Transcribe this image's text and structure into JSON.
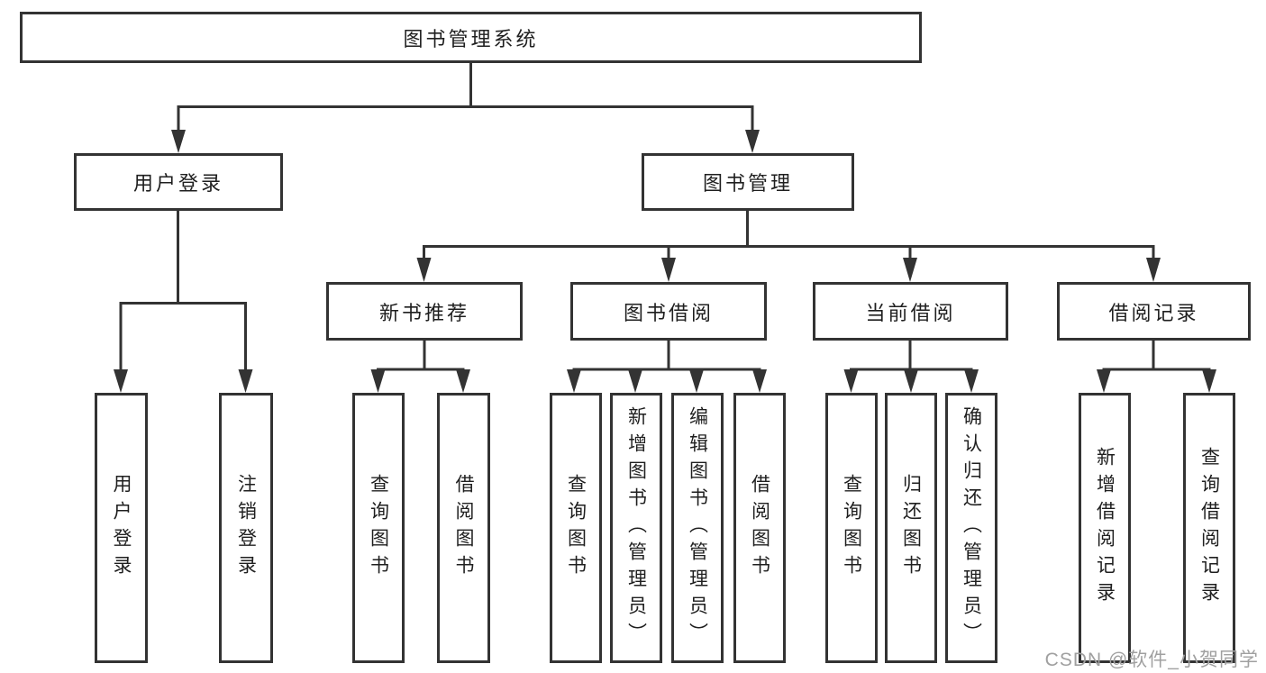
{
  "title": "图书管理系统",
  "watermark": "CSDN @软件_小贺同学",
  "colors": {
    "line": "#333333",
    "box_border": "#333333",
    "text": "#1f1f1f",
    "watermark": "#a0a0a0",
    "background": "#ffffff"
  },
  "tree": {
    "root": {
      "label": "图书管理系统"
    },
    "branches": [
      {
        "label": "用户登录",
        "children": [
          {
            "label": "用户登录"
          },
          {
            "label": "注销登录"
          }
        ]
      },
      {
        "label": "图书管理",
        "children": [
          {
            "label": "新书推荐",
            "children": [
              {
                "label": "查询图书"
              },
              {
                "label": "借阅图书"
              }
            ]
          },
          {
            "label": "图书借阅",
            "children": [
              {
                "label": "查询图书"
              },
              {
                "label": "新增图书（管理员）"
              },
              {
                "label": "编辑图书（管理员）"
              },
              {
                "label": "借阅图书"
              }
            ]
          },
          {
            "label": "当前借阅",
            "children": [
              {
                "label": "查询图书"
              },
              {
                "label": "归还图书"
              },
              {
                "label": "确认归还（管理员）"
              }
            ]
          },
          {
            "label": "借阅记录",
            "children": [
              {
                "label": "新增借阅记录"
              },
              {
                "label": "查询借阅记录"
              }
            ]
          }
        ]
      }
    ]
  }
}
